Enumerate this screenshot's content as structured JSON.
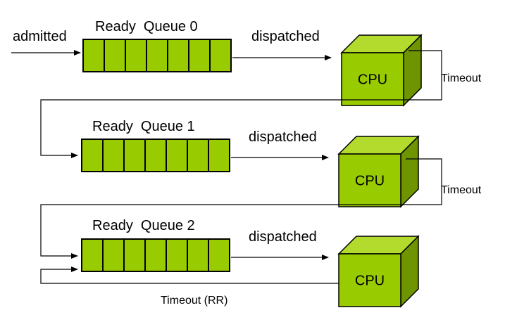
{
  "entry_label": "admitted",
  "queues": [
    {
      "label": "Ready  Queue 0",
      "dispatch_label": "dispatched",
      "cpu_label": "CPU",
      "slots": 7,
      "exit_label": "Timeout"
    },
    {
      "label": "Ready  Queue 1",
      "dispatch_label": "dispatched",
      "cpu_label": "CPU",
      "slots": 7,
      "exit_label": "Timeout"
    },
    {
      "label": "Ready  Queue 2",
      "dispatch_label": "dispatched",
      "cpu_label": "CPU",
      "slots": 7,
      "exit_label": "Timeout (RR)"
    }
  ],
  "colors": {
    "queue_fill": "#99cc00",
    "cpu_front": "#99cc00",
    "cpu_top": "#b3db2e",
    "cpu_side": "#6e9400",
    "stroke": "#000000"
  }
}
